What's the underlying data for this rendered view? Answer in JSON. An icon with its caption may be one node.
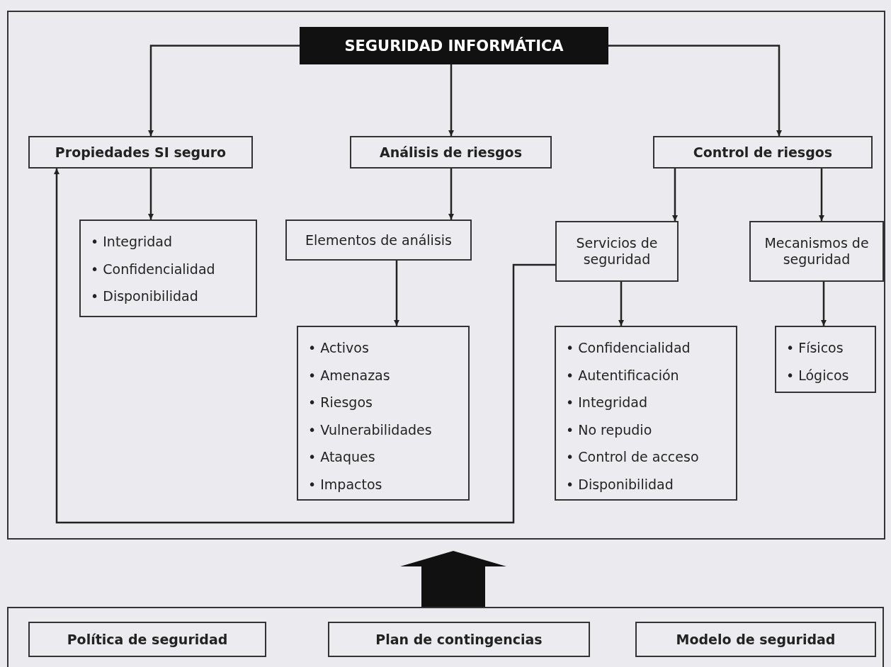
{
  "diagram": {
    "nodes": [
      {
        "text": [],
        "shape": "box"
      },
      {
        "text": [
          "SEGURIDAD INFORMÁTICA"
        ],
        "in": 0
      },
      {
        "text": [
          "Propiedades SI seguro"
        ],
        "in": 0
      },
      {
        "text": [
          "Análisis de riesgos"
        ],
        "in": 0
      },
      {
        "text": [
          "Control de riesgos"
        ],
        "in": 0
      },
      {
        "text": [
          "• Integridad",
          "• Confidencialidad",
          "• Disponibilidad"
        ],
        "in": 0
      },
      {
        "text": [
          "Elementos de análisis"
        ],
        "in": 0
      },
      {
        "text": [
          "Servicios de seguridad"
        ],
        "in": 0
      },
      {
        "text": [
          "Mecanismos de seguridad"
        ],
        "in": 0
      },
      {
        "text": [
          "• Activos",
          "• Amenazas",
          "• Riesgos",
          "• Vulnerabilidades",
          "• Ataques",
          "• Impactos"
        ],
        "in": 0
      },
      {
        "text": [
          "• Confidencialidad",
          "• Autentificación",
          "• Integridad",
          "• No repudio",
          "• Control de acceso",
          "• Disponibilidad"
        ],
        "in": 0
      },
      {
        "text": [
          "• Físicos",
          "• Lógicos"
        ],
        "in": 0
      },
      {
        "text": [],
        "shape": "box"
      },
      {
        "text": [
          "Política de seguridad"
        ],
        "in": 12
      },
      {
        "text": [
          "Plan de contingencias"
        ],
        "in": 12
      },
      {
        "text": [
          "Modelo de seguridad"
        ],
        "in": 12
      }
    ],
    "edges": [
      {
        "from": 1,
        "to": 2,
        "arrow": "to"
      },
      {
        "from": 1,
        "to": 3,
        "arrow": "to"
      },
      {
        "from": 1,
        "to": 4,
        "arrow": "to"
      },
      {
        "from": 2,
        "to": 5,
        "arrow": "to"
      },
      {
        "from": 3,
        "to": 6,
        "arrow": "to"
      },
      {
        "from": 6,
        "to": 9,
        "arrow": "to"
      },
      {
        "from": 4,
        "to": 7,
        "arrow": "to"
      },
      {
        "from": 4,
        "to": 8,
        "arrow": "to"
      },
      {
        "from": 7,
        "to": 10,
        "arrow": "to"
      },
      {
        "from": 8,
        "to": 11,
        "arrow": "to"
      },
      {
        "from": 7,
        "to": 2,
        "arrow": "to"
      },
      {
        "from": 12,
        "to": 0,
        "arrow": "to",
        "style": "thick"
      }
    ]
  }
}
